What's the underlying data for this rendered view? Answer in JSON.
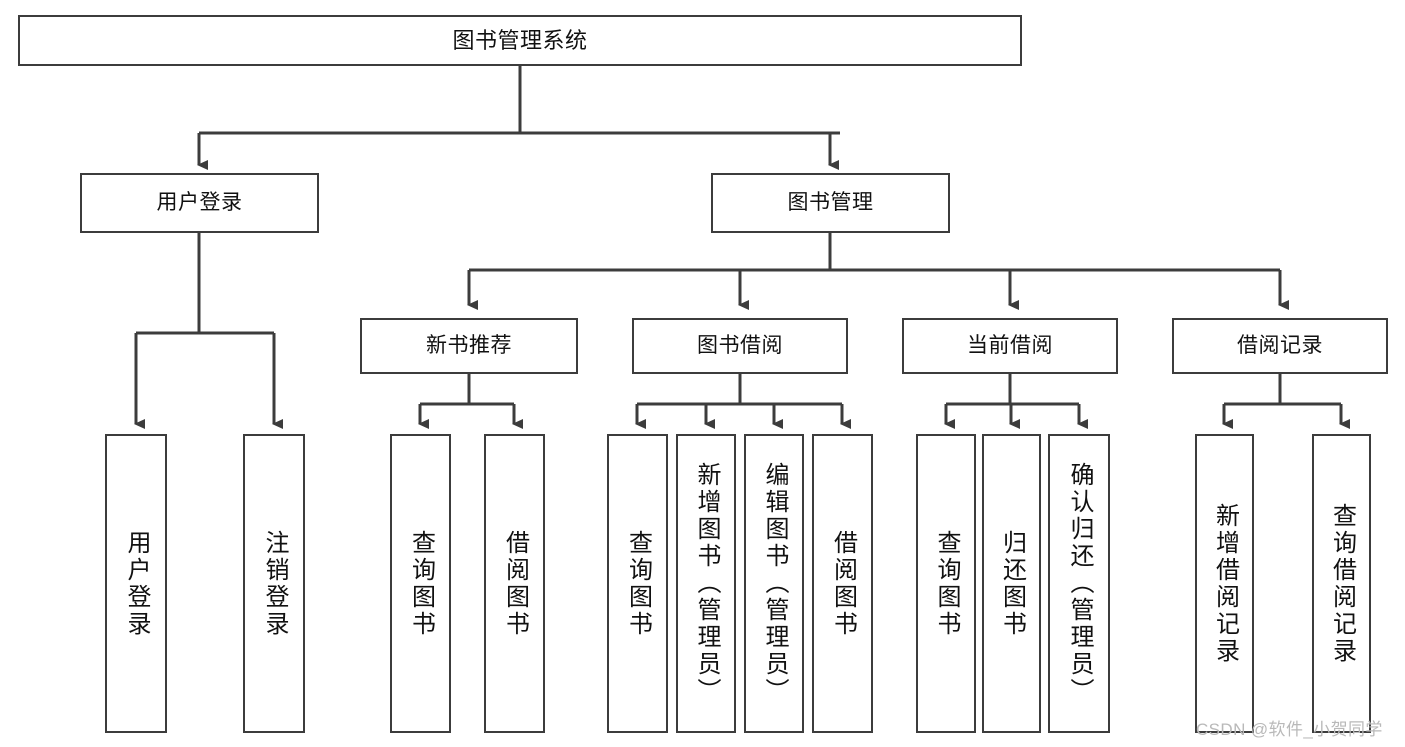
{
  "diagram": {
    "type": "tree-hierarchy",
    "title": "图书管理系统",
    "orientation": "top-down",
    "colors": {
      "box_border": "#3c3c3c",
      "box_fill": "#ffffff",
      "text": "#111111",
      "connector": "#3c3c3c",
      "watermark": "#b9b9b9"
    },
    "nodes": {
      "root": {
        "label": "图书管理系统"
      },
      "level2": [
        {
          "label": "用户登录"
        },
        {
          "label": "图书管理"
        }
      ],
      "level3": [
        {
          "label": "新书推荐"
        },
        {
          "label": "图书借阅"
        },
        {
          "label": "当前借阅"
        },
        {
          "label": "借阅记录"
        }
      ],
      "leaves_user_login": [
        {
          "label": "用户登录"
        },
        {
          "label": "注销登录"
        }
      ],
      "leaves_new_book": [
        {
          "label": "查询图书"
        },
        {
          "label": "借阅图书"
        }
      ],
      "leaves_borrow": [
        {
          "label": "查询图书"
        },
        {
          "label": "新增图书（管理员）"
        },
        {
          "label": "编辑图书（管理员）"
        },
        {
          "label": "借阅图书"
        }
      ],
      "leaves_current": [
        {
          "label": "查询图书"
        },
        {
          "label": "归还图书"
        },
        {
          "label": "确认归还（管理员）"
        }
      ],
      "leaves_record": [
        {
          "label": "新增借阅记录"
        },
        {
          "label": "查询借阅记录"
        }
      ]
    },
    "watermark": "CSDN @软件_小贺同学"
  }
}
